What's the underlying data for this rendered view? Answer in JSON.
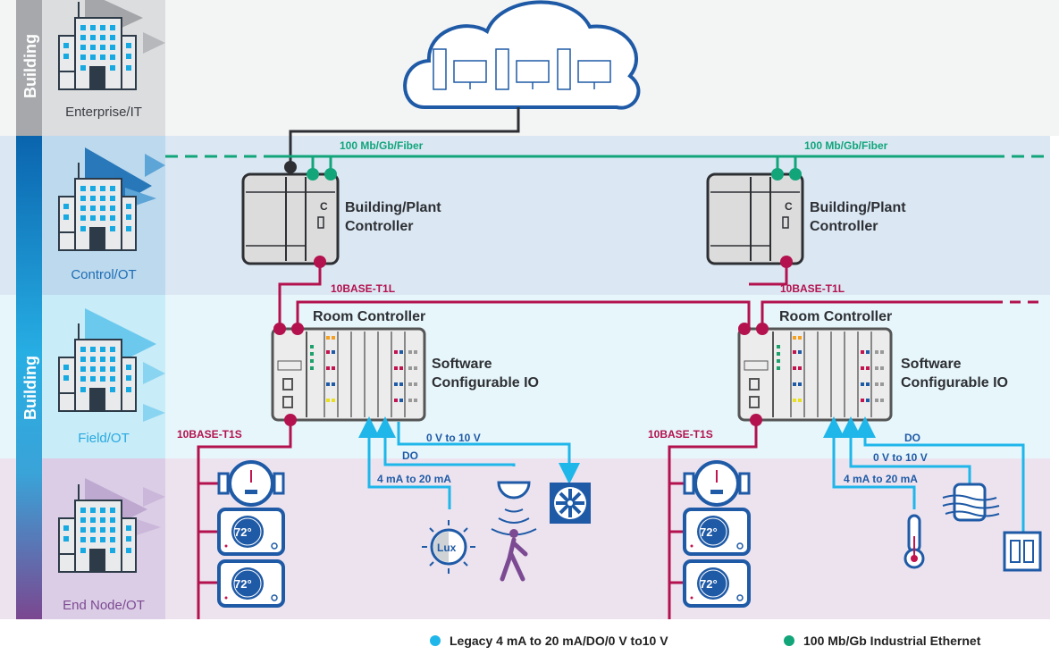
{
  "band_label": "Building",
  "tiers": [
    {
      "label": "Enterprise/IT",
      "color": "#3a3d42"
    },
    {
      "label": "Control/OT",
      "color": "#1f6db3"
    },
    {
      "label": "Field/OT",
      "color": "#28a9e0"
    },
    {
      "label": "End Node/OT",
      "color": "#7c4a92"
    }
  ],
  "links": {
    "fiber_left": "100 Mb/Gb/Fiber",
    "fiber_right": "100 Mb/Gb/Fiber",
    "t1l_left": "10BASE-T1L",
    "t1l_right": "10BASE-T1L",
    "t1s_left": "10BASE-T1S",
    "t1s_right": "10BASE-T1S"
  },
  "controllers": {
    "plant_line1": "Building/Plant",
    "plant_line2": "Controller",
    "room": "Room Controller",
    "io_line1": "Software",
    "io_line2": "Configurable IO"
  },
  "signals_left": {
    "analog_in": "4 mA to 20 mA",
    "do": "DO",
    "analog_out": "0 V to 10 V"
  },
  "signals_right": {
    "analog_in": "4 mA to 20 mA",
    "analog_out": "0 V to 10 V",
    "do": "DO"
  },
  "devices": {
    "thermostat_reading": "72°",
    "lux_label": "Lux"
  },
  "legend": [
    {
      "label": "Legacy 4 mA to 20 mA/DO/0 V to10 V",
      "color": "#1fb6ea"
    },
    {
      "label": "100 Mb/Gb Industrial Ethernet",
      "color": "#12a57a"
    }
  ],
  "colors": {
    "t1": "#b3124e",
    "ethernet": "#12a57a",
    "legacy": "#1fb6ea",
    "device": "#1f5aa6"
  }
}
